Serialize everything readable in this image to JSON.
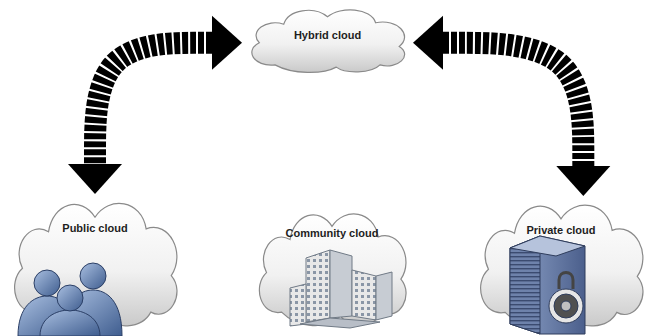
{
  "diagram": {
    "nodes": [
      {
        "text": [
          "Hybrid cloud"
        ]
      },
      {
        "text": [
          "Public cloud"
        ]
      },
      {
        "text": [
          "Community cloud"
        ]
      },
      {
        "text": [
          "Private cloud"
        ]
      }
    ],
    "edges": [
      {
        "from": 0,
        "to": 1,
        "arrow": "both"
      },
      {
        "from": 0,
        "to": 3,
        "arrow": "both"
      }
    ]
  }
}
